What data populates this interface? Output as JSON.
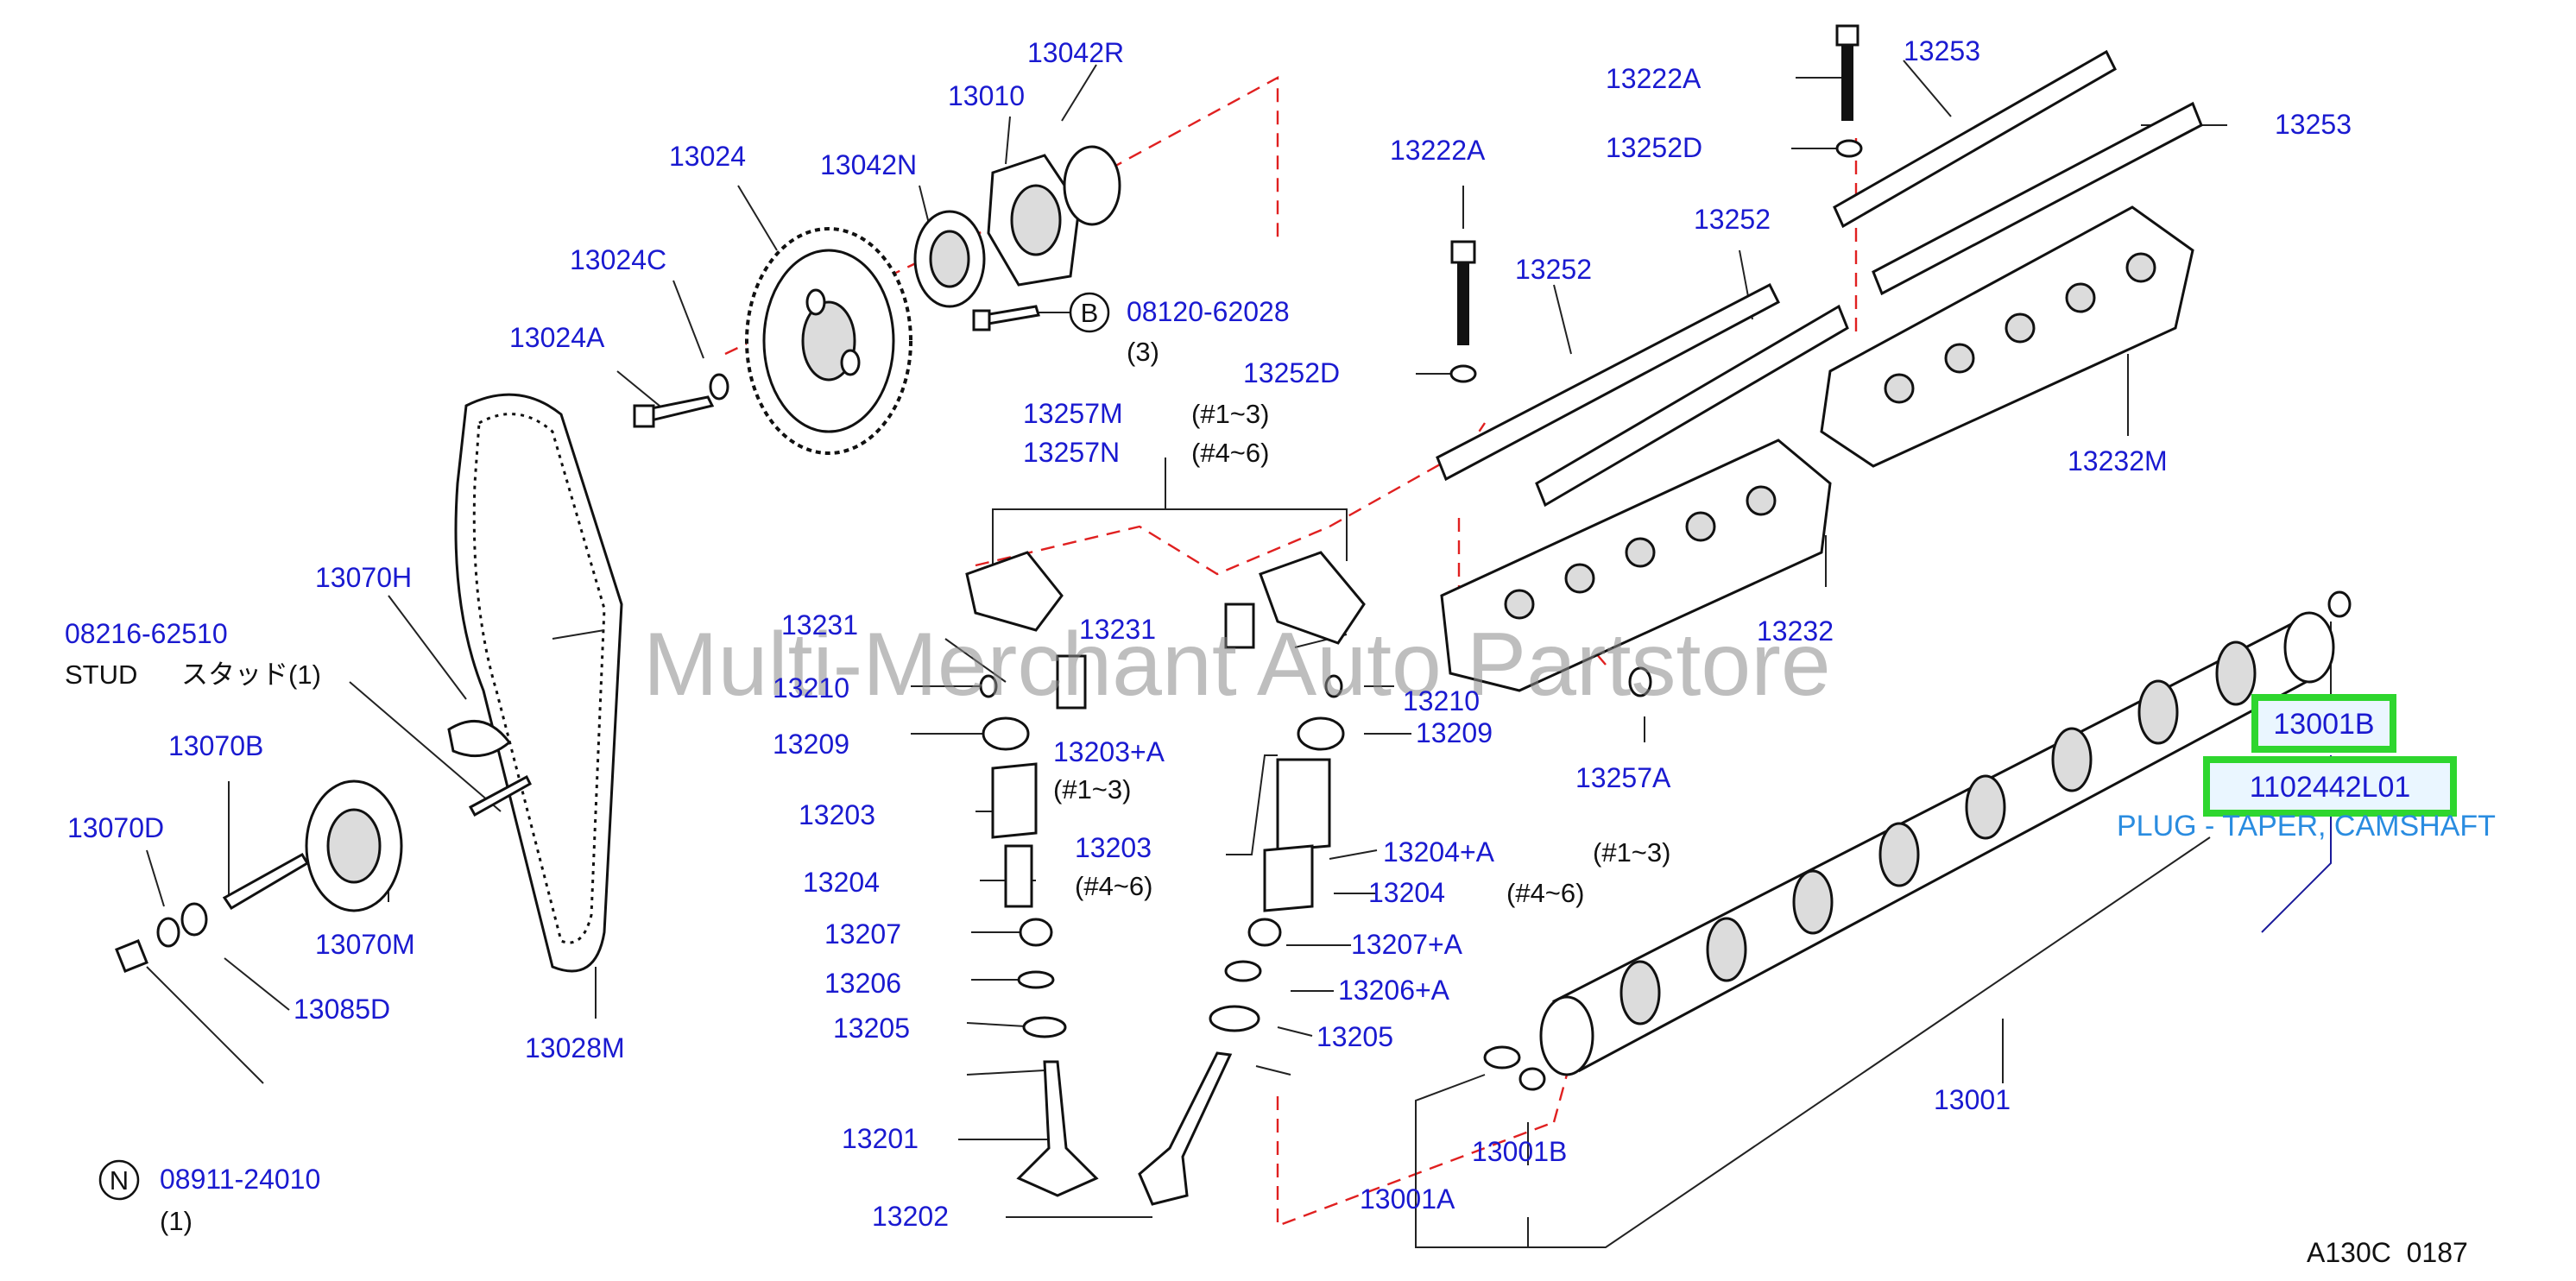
{
  "watermark": "Multi-Merchant Auto Partstore",
  "diagram_code": "A130C  0187",
  "highlight": {
    "part_number": "13001B",
    "oem_number": "1102442L01",
    "description": "PLUG - TAPER, CAMSHAFT"
  },
  "callouts": {
    "c13042R": "13042R",
    "c13010": "13010",
    "c13024": "13024",
    "c13042N": "13042N",
    "c13024C": "13024C",
    "c13024A": "13024A",
    "c08120": "08120-62028",
    "c08120_qty": "(3)",
    "circle_b": "B",
    "c13222A_top": "13222A",
    "c13252D_top": "13252D",
    "c13253_a": "13253",
    "c13253_b": "13253",
    "c13222A_mid": "13222A",
    "c13252_a": "13252",
    "c13252_b": "13252",
    "c13252D_mid": "13252D",
    "c13257M": "13257M",
    "c13257N": "13257N",
    "c13257M_note": "(#1~3)",
    "c13257N_note": "(#4~6)",
    "c13232M": "13232M",
    "c13232": "13232",
    "c13257A": "13257A",
    "c13070H": "13070H",
    "c08216": "08216-62510",
    "stud": "STUD",
    "stud_jp": "スタッド(1)",
    "c13070B": "13070B",
    "c13070D": "13070D",
    "c13070M": "13070M",
    "c13085D": "13085D",
    "c13028M": "13028M",
    "c08911": "08911-24010",
    "c08911_qty": "(1)",
    "circle_n": "N",
    "c13231_l": "13231",
    "c13231_r": "13231",
    "c13210_l": "13210",
    "c13210_r": "13210",
    "c13209_l": "13209",
    "c13209_r": "13209",
    "c13203A": "13203+A",
    "c13203A_note": "(#1~3)",
    "c13203_l": "13203",
    "c13203_r": "13203",
    "c13203_r_note": "(#4~6)",
    "c13204_l": "13204",
    "c13204A": "13204+A",
    "c13204A_note": "(#1~3)",
    "c13204_r": "13204",
    "c13204_r_note": "(#4~6)",
    "c13207": "13207",
    "c13207A": "13207+A",
    "c13206": "13206",
    "c13206A": "13206+A",
    "c13205_l": "13205",
    "c13205_r": "13205",
    "c13201": "13201",
    "c13202": "13202",
    "c13001": "13001",
    "c13001A": "13001A",
    "c13001B_lower": "13001B"
  },
  "colors": {
    "callout_text": "#1a1ad0",
    "highlight_border": "#2ed62e",
    "description_text": "#2a8ce0",
    "dashed_centerline": "#e02020"
  }
}
